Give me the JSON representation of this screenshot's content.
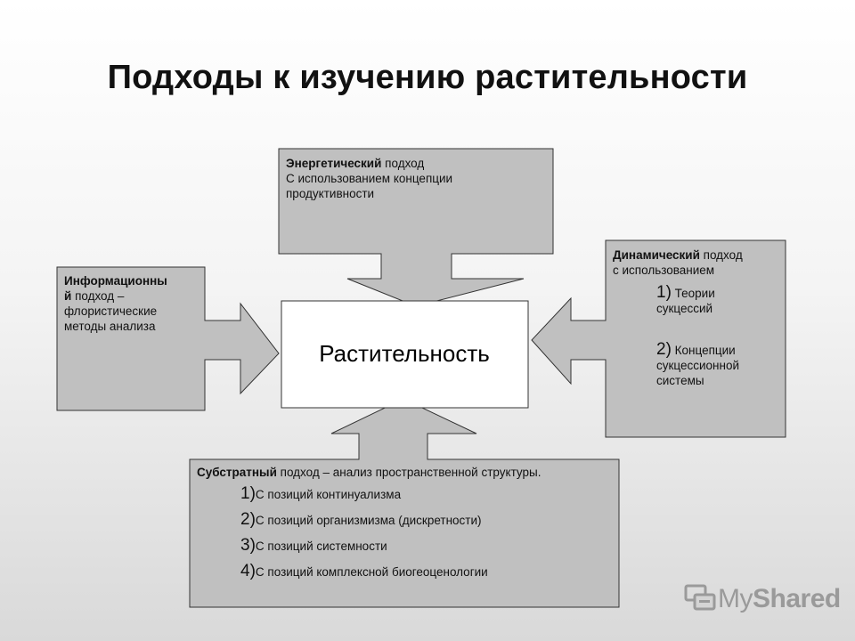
{
  "title": "Подходы к изучению растительности",
  "center": {
    "label": "Растительность"
  },
  "energetic": {
    "bold": "Энергетический",
    "rest": " подход",
    "line2": "С использованием концепции",
    "line3": "продуктивности"
  },
  "informational": {
    "bold1": "Информационны",
    "bold2": "й",
    "rest": " подход –",
    "line3": "флористические",
    "line4": "методы анализа"
  },
  "dynamic": {
    "bold": "Динамический",
    "rest": " подход",
    "line2": "с использованием",
    "items": [
      {
        "num": "1)",
        "text1": " Теории",
        "text2": "сукцессий"
      },
      {
        "num": "2)",
        "text1": " Концепции",
        "text2": "сукцессионной",
        "text3": "системы"
      }
    ]
  },
  "substrate": {
    "bold": "Субстратный",
    "rest": " подход – анализ пространственной структуры.",
    "items": [
      {
        "num": "1)",
        "text": "С позиций континуализма"
      },
      {
        "num": "2)",
        "text": "С позиций организмизма (дискретности)"
      },
      {
        "num": "3)",
        "text": "С позиций системности"
      },
      {
        "num": "4)",
        "text": "С позиций комплексной биогеоценологии"
      }
    ]
  },
  "watermark": {
    "prefix": "My",
    "suffix": "Shared"
  },
  "colors": {
    "box_fill": "#c0c0c0",
    "center_fill": "#ffffff",
    "stroke": "#333333"
  }
}
